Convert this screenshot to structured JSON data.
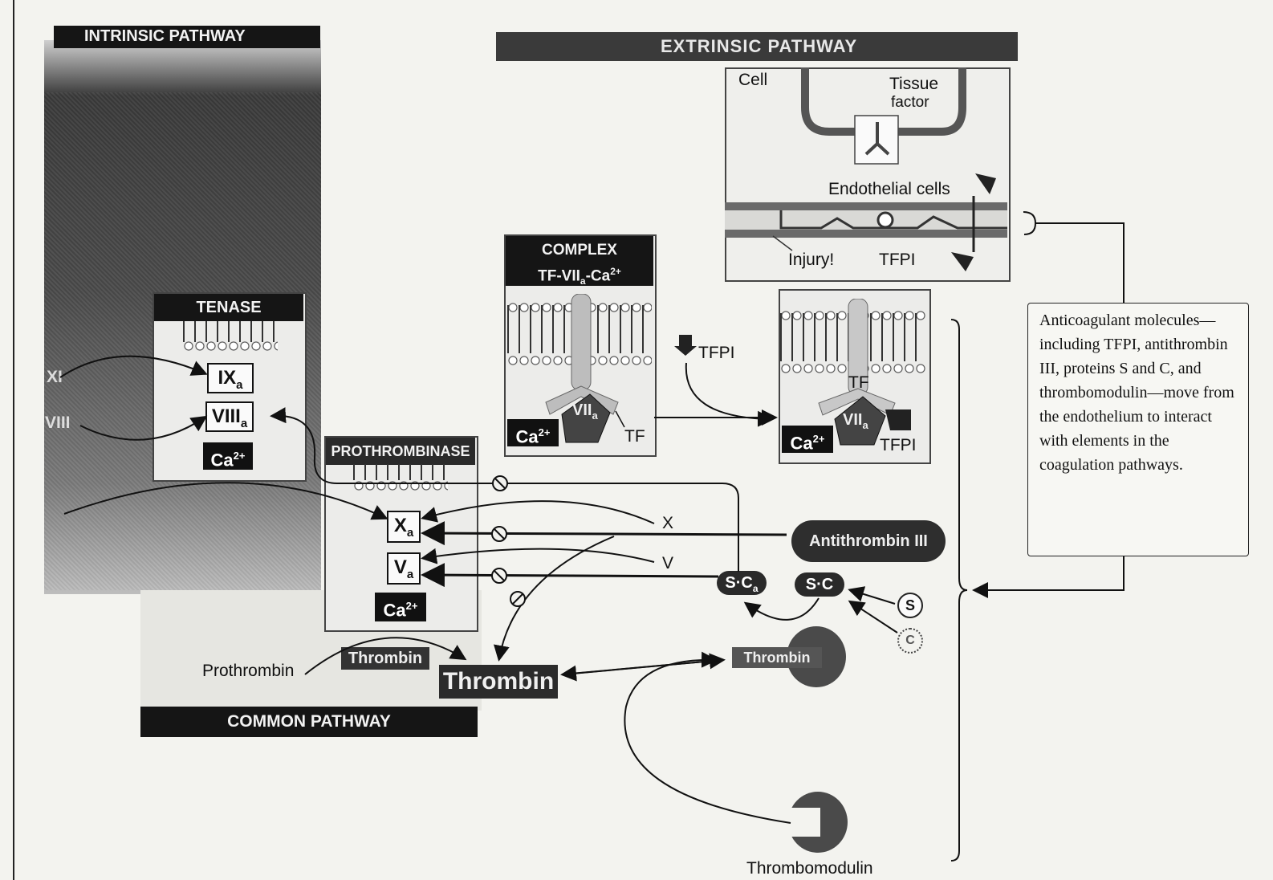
{
  "intrinsic": {
    "title": "INTRINSIC PATHWAY",
    "input_a": "XI",
    "input_b": "VIII"
  },
  "extrinsic": {
    "title": "EXTRINSIC PATHWAY"
  },
  "tenase": {
    "title": "TENASE",
    "f1": "IX",
    "f1_sub": "a",
    "f2": "VIII",
    "f2_sub": "a",
    "ca": "Ca",
    "ca_sup": "2+"
  },
  "prothrombinase": {
    "title": "PROTHROMBINASE",
    "f1": "X",
    "f1_sub": "a",
    "f2": "V",
    "f2_sub": "a",
    "ca": "Ca",
    "ca_sup": "2+"
  },
  "complex": {
    "title_line1": "COMPLEX",
    "title_line2": "TF-VII",
    "title_sub": "a",
    "title_end": "-Ca",
    "title_sup": "2+",
    "ca": "Ca",
    "ca_sup": "2+",
    "vii": "VII",
    "vii_sub": "a",
    "tf": "TF"
  },
  "tfpi_complex": {
    "ca": "Ca",
    "ca_sup": "2+",
    "vii": "VII",
    "vii_sub": "a",
    "tf": "TF",
    "tfpi": "TFPI"
  },
  "tfpi_arrow_label": "TFPI",
  "tissue_panel": {
    "cell": "Cell",
    "tissue": "Tissue",
    "factor": "factor",
    "endothelial": "Endothelial cells",
    "injury": "Injury!",
    "tfpi": "TFPI"
  },
  "labels": {
    "x": "X",
    "v": "V",
    "prothrombin": "Prothrombin",
    "thrombin_small": "Thrombin",
    "thrombin_big": "Thrombin",
    "antithrombin": "Antithrombin III",
    "sca": "S·C",
    "sca_sub": "a",
    "sc": "S·C",
    "s": "S",
    "c": "C",
    "thrombin_right": "Thrombin",
    "thrombomodulin": "Thrombomodulin"
  },
  "common": {
    "title": "COMMON PATHWAY"
  },
  "note": {
    "text": "Anticoagulant molecules—including TFPI, antithrombin III, proteins S and C, and thrombomodulin—move from the endothelium to interact with elements in the coagulation pathways."
  }
}
